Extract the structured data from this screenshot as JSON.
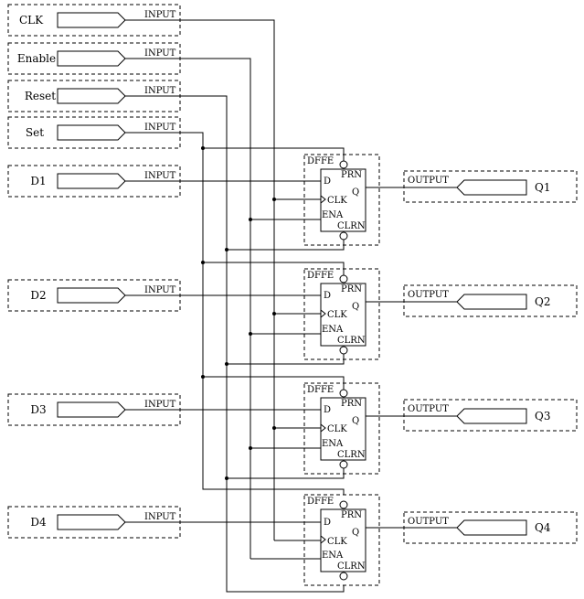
{
  "inputs": [
    {
      "name": "CLK",
      "type": "INPUT"
    },
    {
      "name": "Enable",
      "type": "INPUT"
    },
    {
      "name": "Reset",
      "type": "INPUT"
    },
    {
      "name": "Set",
      "type": "INPUT"
    },
    {
      "name": "D1",
      "type": "INPUT"
    },
    {
      "name": "D2",
      "type": "INPUT"
    },
    {
      "name": "D3",
      "type": "INPUT"
    },
    {
      "name": "D4",
      "type": "INPUT"
    }
  ],
  "flipflops": [
    {
      "type": "DFFE",
      "pins": {
        "d": "D",
        "clk": "CLK",
        "ena": "ENA",
        "prn": "PRN",
        "clrn": "CLRN",
        "q": "Q"
      }
    },
    {
      "type": "DFFE",
      "pins": {
        "d": "D",
        "clk": "CLK",
        "ena": "ENA",
        "prn": "PRN",
        "clrn": "CLRN",
        "q": "Q"
      }
    },
    {
      "type": "DFFE",
      "pins": {
        "d": "D",
        "clk": "CLK",
        "ena": "ENA",
        "prn": "PRN",
        "clrn": "CLRN",
        "q": "Q"
      }
    },
    {
      "type": "DFFE",
      "pins": {
        "d": "D",
        "clk": "CLK",
        "ena": "ENA",
        "prn": "PRN",
        "clrn": "CLRN",
        "q": "Q"
      }
    }
  ],
  "outputs": [
    {
      "name": "Q1",
      "type": "OUTPUT"
    },
    {
      "name": "Q2",
      "type": "OUTPUT"
    },
    {
      "name": "Q3",
      "type": "OUTPUT"
    },
    {
      "name": "Q4",
      "type": "OUTPUT"
    }
  ]
}
